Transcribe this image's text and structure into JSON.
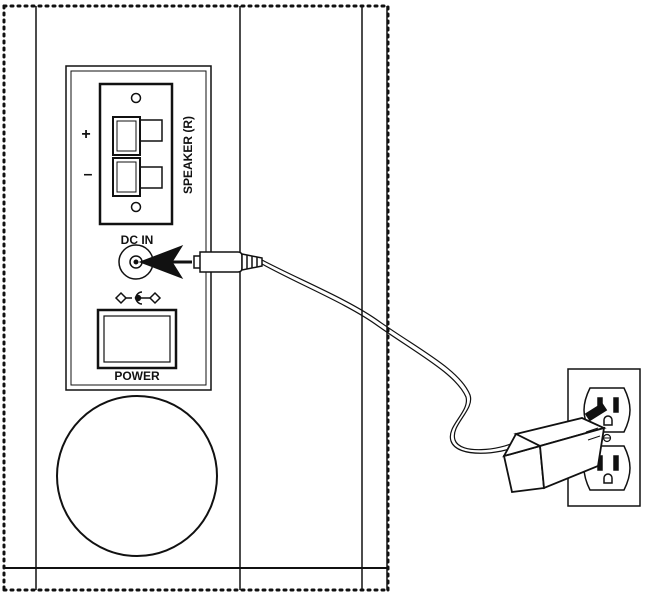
{
  "panel": {
    "speaker_label": "SPEAKER (R)",
    "plus_sign": "+",
    "minus_sign": "–",
    "dc_in_label": "DC IN",
    "power_label": "POWER"
  },
  "icons": {
    "polarity": "dc-polarity-symbol-icon",
    "insert_arrow": "insert-arrow-icon",
    "plug": "dc-plug-icon",
    "adapter": "ac-power-adapter-icon",
    "outlet": "wall-outlet-icon"
  },
  "colors": {
    "line": "#111111",
    "background": "#ffffff"
  }
}
